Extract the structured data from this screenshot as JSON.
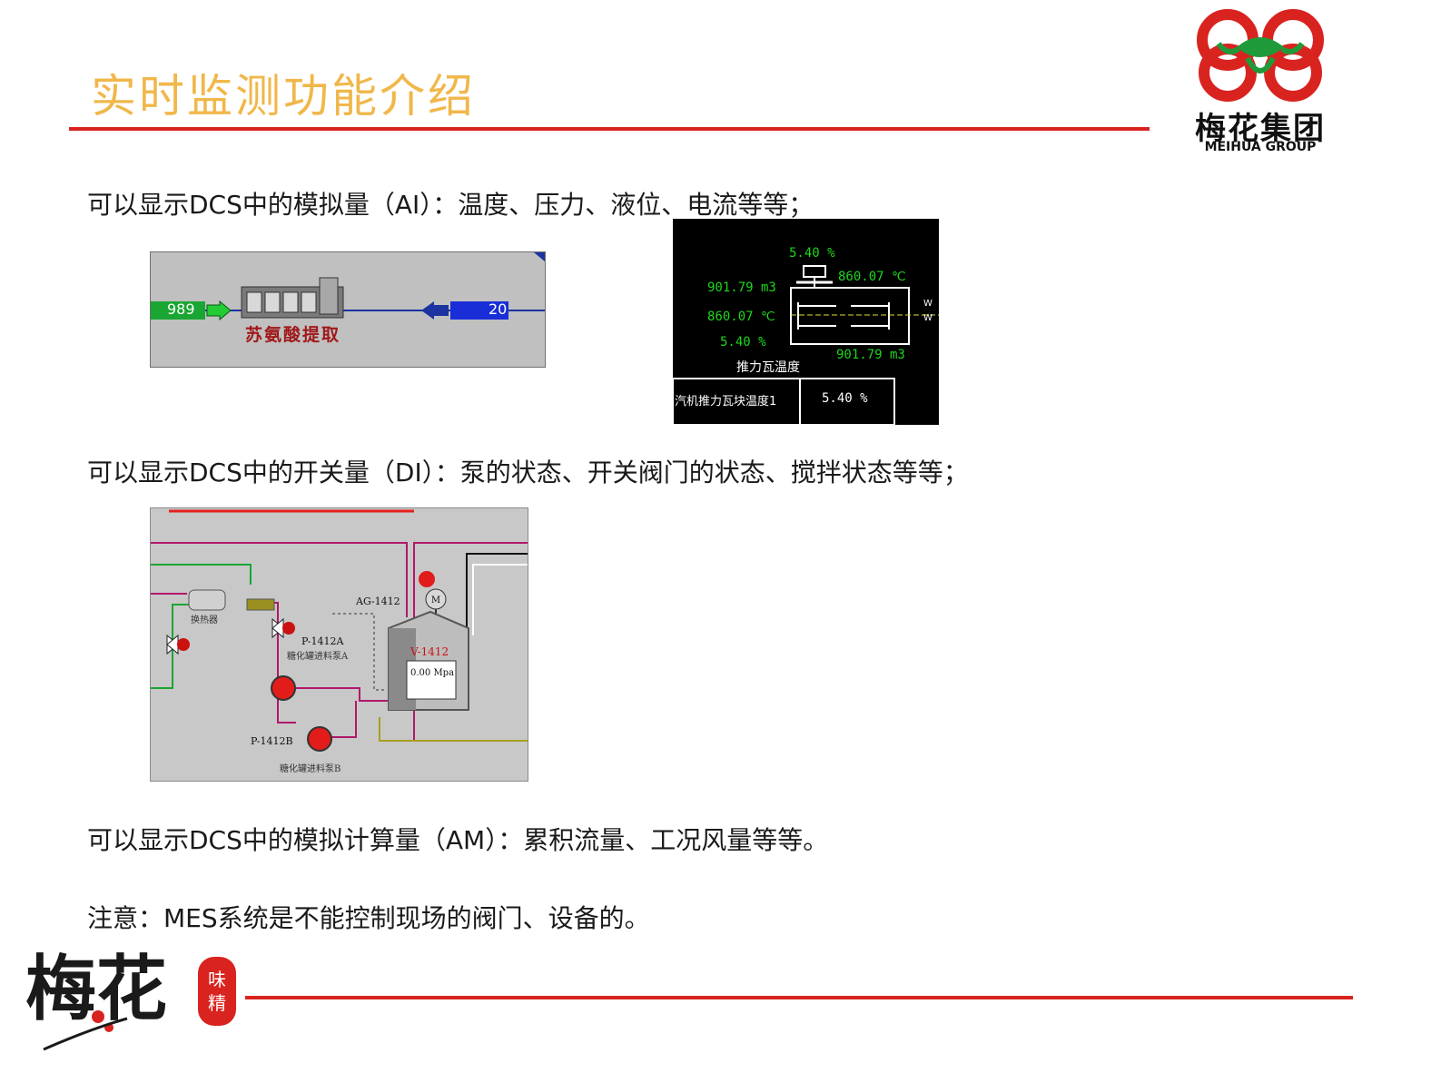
{
  "title": "实时监测功能介绍",
  "logo": {
    "name_cn": "梅花集团",
    "name_en": "MEIHUA GROUP"
  },
  "lines": {
    "ai": "可以显示DCS中的模拟量（AI）：温度、压力、液位、电流等等；",
    "di": "可以显示DCS中的开关量（DI）：泵的状态、开关阀门的状态、搅拌状态等等；",
    "am": "可以显示DCS中的模拟计算量（AM）：累积流量、工况风量等等。",
    "note": "注意：MES系统是不能控制现场的阀门、设备的。"
  },
  "screen1": {
    "left_value": "989",
    "right_value": "20",
    "label": "苏氨酸提取"
  },
  "screen2": {
    "top_pct": "5.40 %",
    "temp_right": "860.07 ℃",
    "flow_left": "901.79 m3",
    "temp_left": "860.07 ℃",
    "pct_left": "5.40 %",
    "flow_right": "901.79 m3",
    "caption": "推力瓦温度",
    "mark_w1": "W",
    "mark_w2": "W",
    "table_label": "汽机推力瓦块温度1",
    "table_value": "5.40 %"
  },
  "screen3": {
    "agitator_tag": "AG-1412",
    "motor_symbol": "M",
    "heat_exchanger": "换热器",
    "pump_a_tag": "P-1412A",
    "pump_a_name": "糖化罐进料泵A",
    "pump_b_tag": "P-1412B",
    "pump_b_name": "糖化罐进料泵B",
    "vessel_tag": "V-1412",
    "vessel_value": "0.00 Mpa"
  },
  "footer": {
    "brush_text": "梅花",
    "seal_text": "味精"
  },
  "colors": {
    "accent_red": "#d9231f",
    "title_gold": "#f0b74a",
    "dcs_green": "#1dd61d"
  }
}
